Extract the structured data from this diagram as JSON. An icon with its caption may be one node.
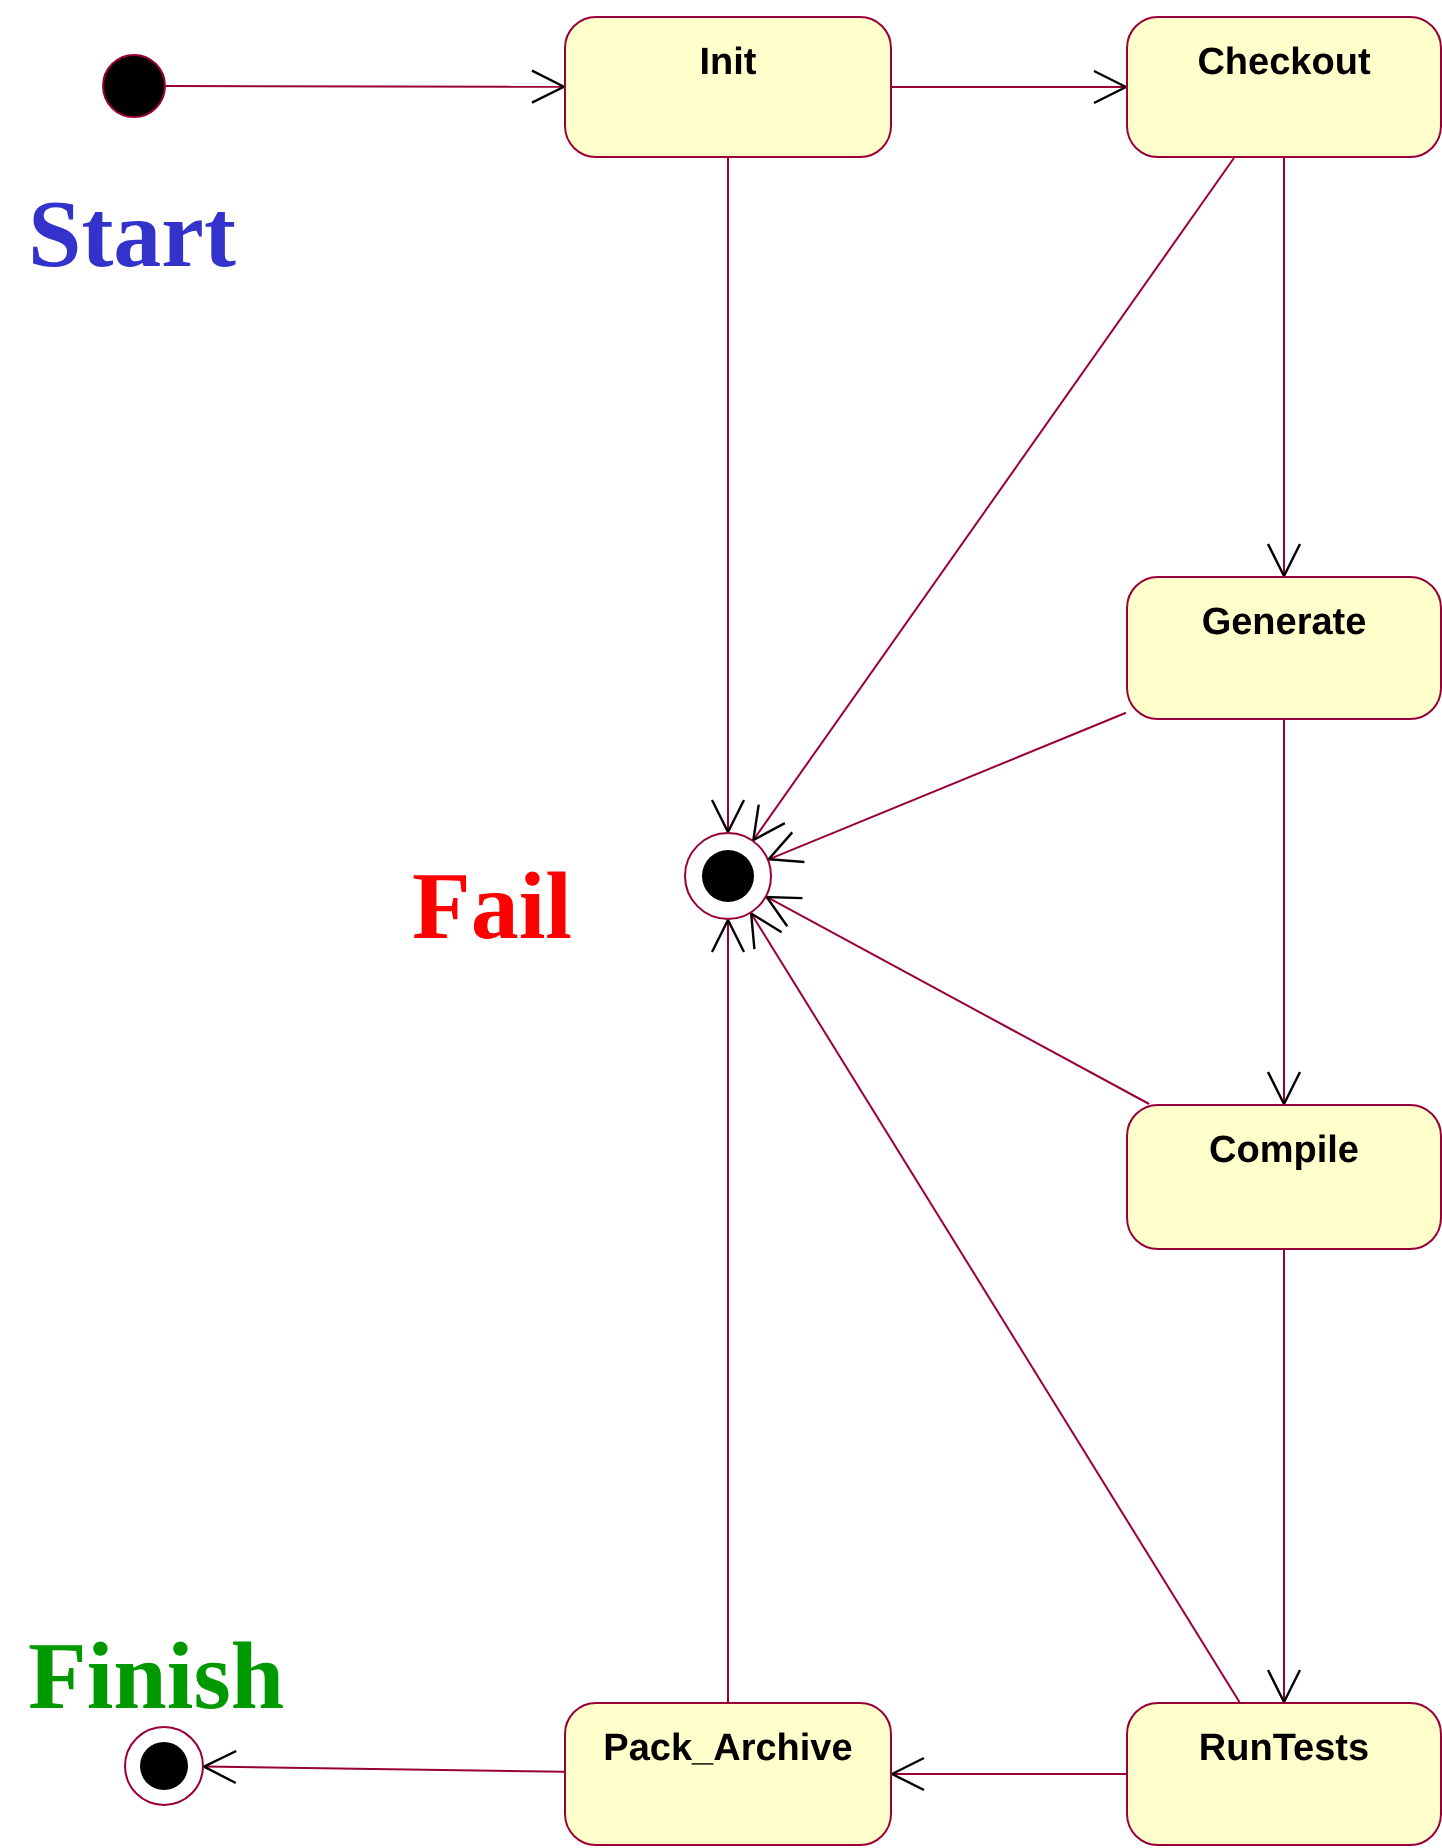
{
  "diagram": {
    "nodes": [
      {
        "text": [],
        "shape": "circle",
        "beside": [
          "Start"
        ]
      },
      {
        "text": [
          "Init"
        ]
      },
      {
        "text": [
          "Checkout"
        ]
      },
      {
        "text": [
          "Generate"
        ]
      },
      {
        "text": [],
        "shape": "bullseye",
        "beside": [
          "Fail"
        ]
      },
      {
        "text": [
          "Compile"
        ]
      },
      {
        "text": [],
        "shape": "bullseye",
        "beside": [
          "Finish"
        ]
      },
      {
        "text": [
          "Pack_Archive"
        ]
      },
      {
        "text": [
          "RunTests"
        ]
      }
    ],
    "edges": [
      {
        "from": 0,
        "to": 1,
        "arrow": "to"
      },
      {
        "from": 1,
        "to": 2,
        "arrow": "to"
      },
      {
        "from": 2,
        "to": 3,
        "arrow": "to"
      },
      {
        "from": 3,
        "to": 5,
        "arrow": "to"
      },
      {
        "from": 5,
        "to": 8,
        "arrow": "to"
      },
      {
        "from": 8,
        "to": 7,
        "arrow": "to"
      },
      {
        "from": 7,
        "to": 6,
        "arrow": "to"
      },
      {
        "from": 1,
        "to": 4,
        "arrow": "to"
      },
      {
        "from": 2,
        "to": 4,
        "arrow": "to"
      },
      {
        "from": 3,
        "to": 4,
        "arrow": "to"
      },
      {
        "from": 5,
        "to": 4,
        "arrow": "to"
      },
      {
        "from": 8,
        "to": 4,
        "arrow": "to"
      },
      {
        "from": 7,
        "to": 4,
        "arrow": "to"
      }
    ]
  }
}
